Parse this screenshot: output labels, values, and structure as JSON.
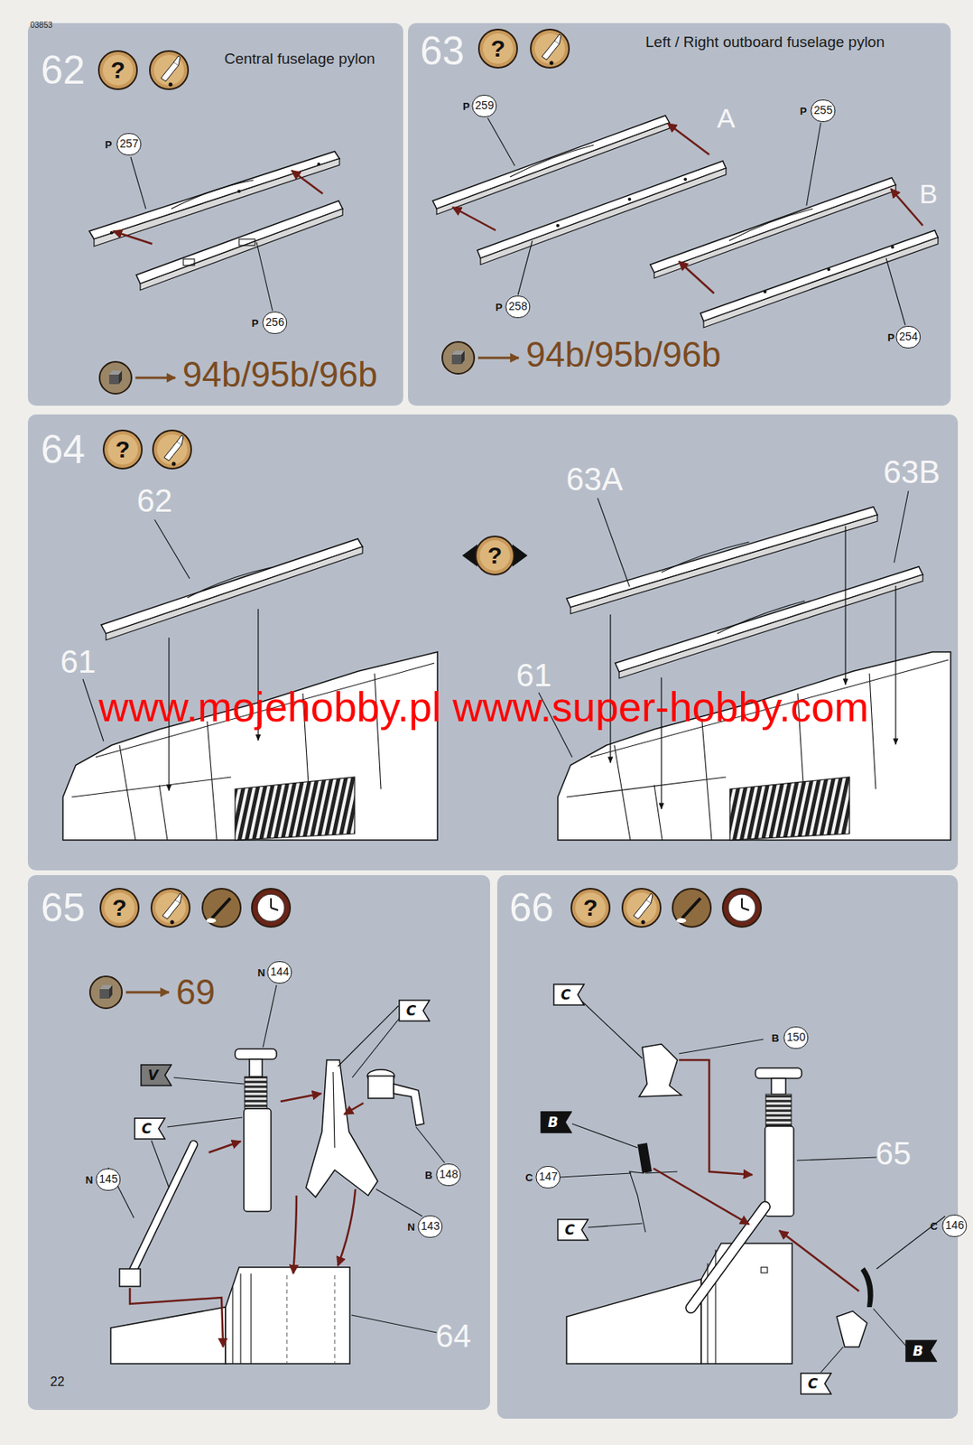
{
  "diagram": {
    "nodes": [
      {
        "text": [
          "62",
          "Central fuselage pylon"
        ]
      },
      {
        "text": [
          "63",
          "Left / Right outboard fuselage pylon"
        ]
      },
      {
        "text": [
          "64"
        ]
      },
      {
        "text": [
          "65"
        ]
      },
      {
        "text": [
          "66"
        ]
      }
    ],
    "labels": [
      "03853",
      "P",
      "257",
      "P",
      "256",
      "94b/95b/96b",
      "P",
      "259",
      "A",
      "P",
      "255",
      "B",
      "P",
      "258",
      "P",
      "254",
      "94b/95b/96b",
      "62",
      "63A",
      "63B",
      "61",
      "61",
      "www.mojehobby.pl www.super-hobby.com",
      "69",
      "N",
      "144",
      "V",
      "C",
      "C",
      "N",
      "145",
      "B",
      "148",
      "N",
      "143",
      "64",
      "C",
      "B",
      "150",
      "B",
      "C",
      "147",
      "C",
      "65",
      "C",
      "146",
      "B",
      "C",
      "22",
      "?",
      "?",
      "?",
      "?",
      "?",
      "?"
    ]
  }
}
